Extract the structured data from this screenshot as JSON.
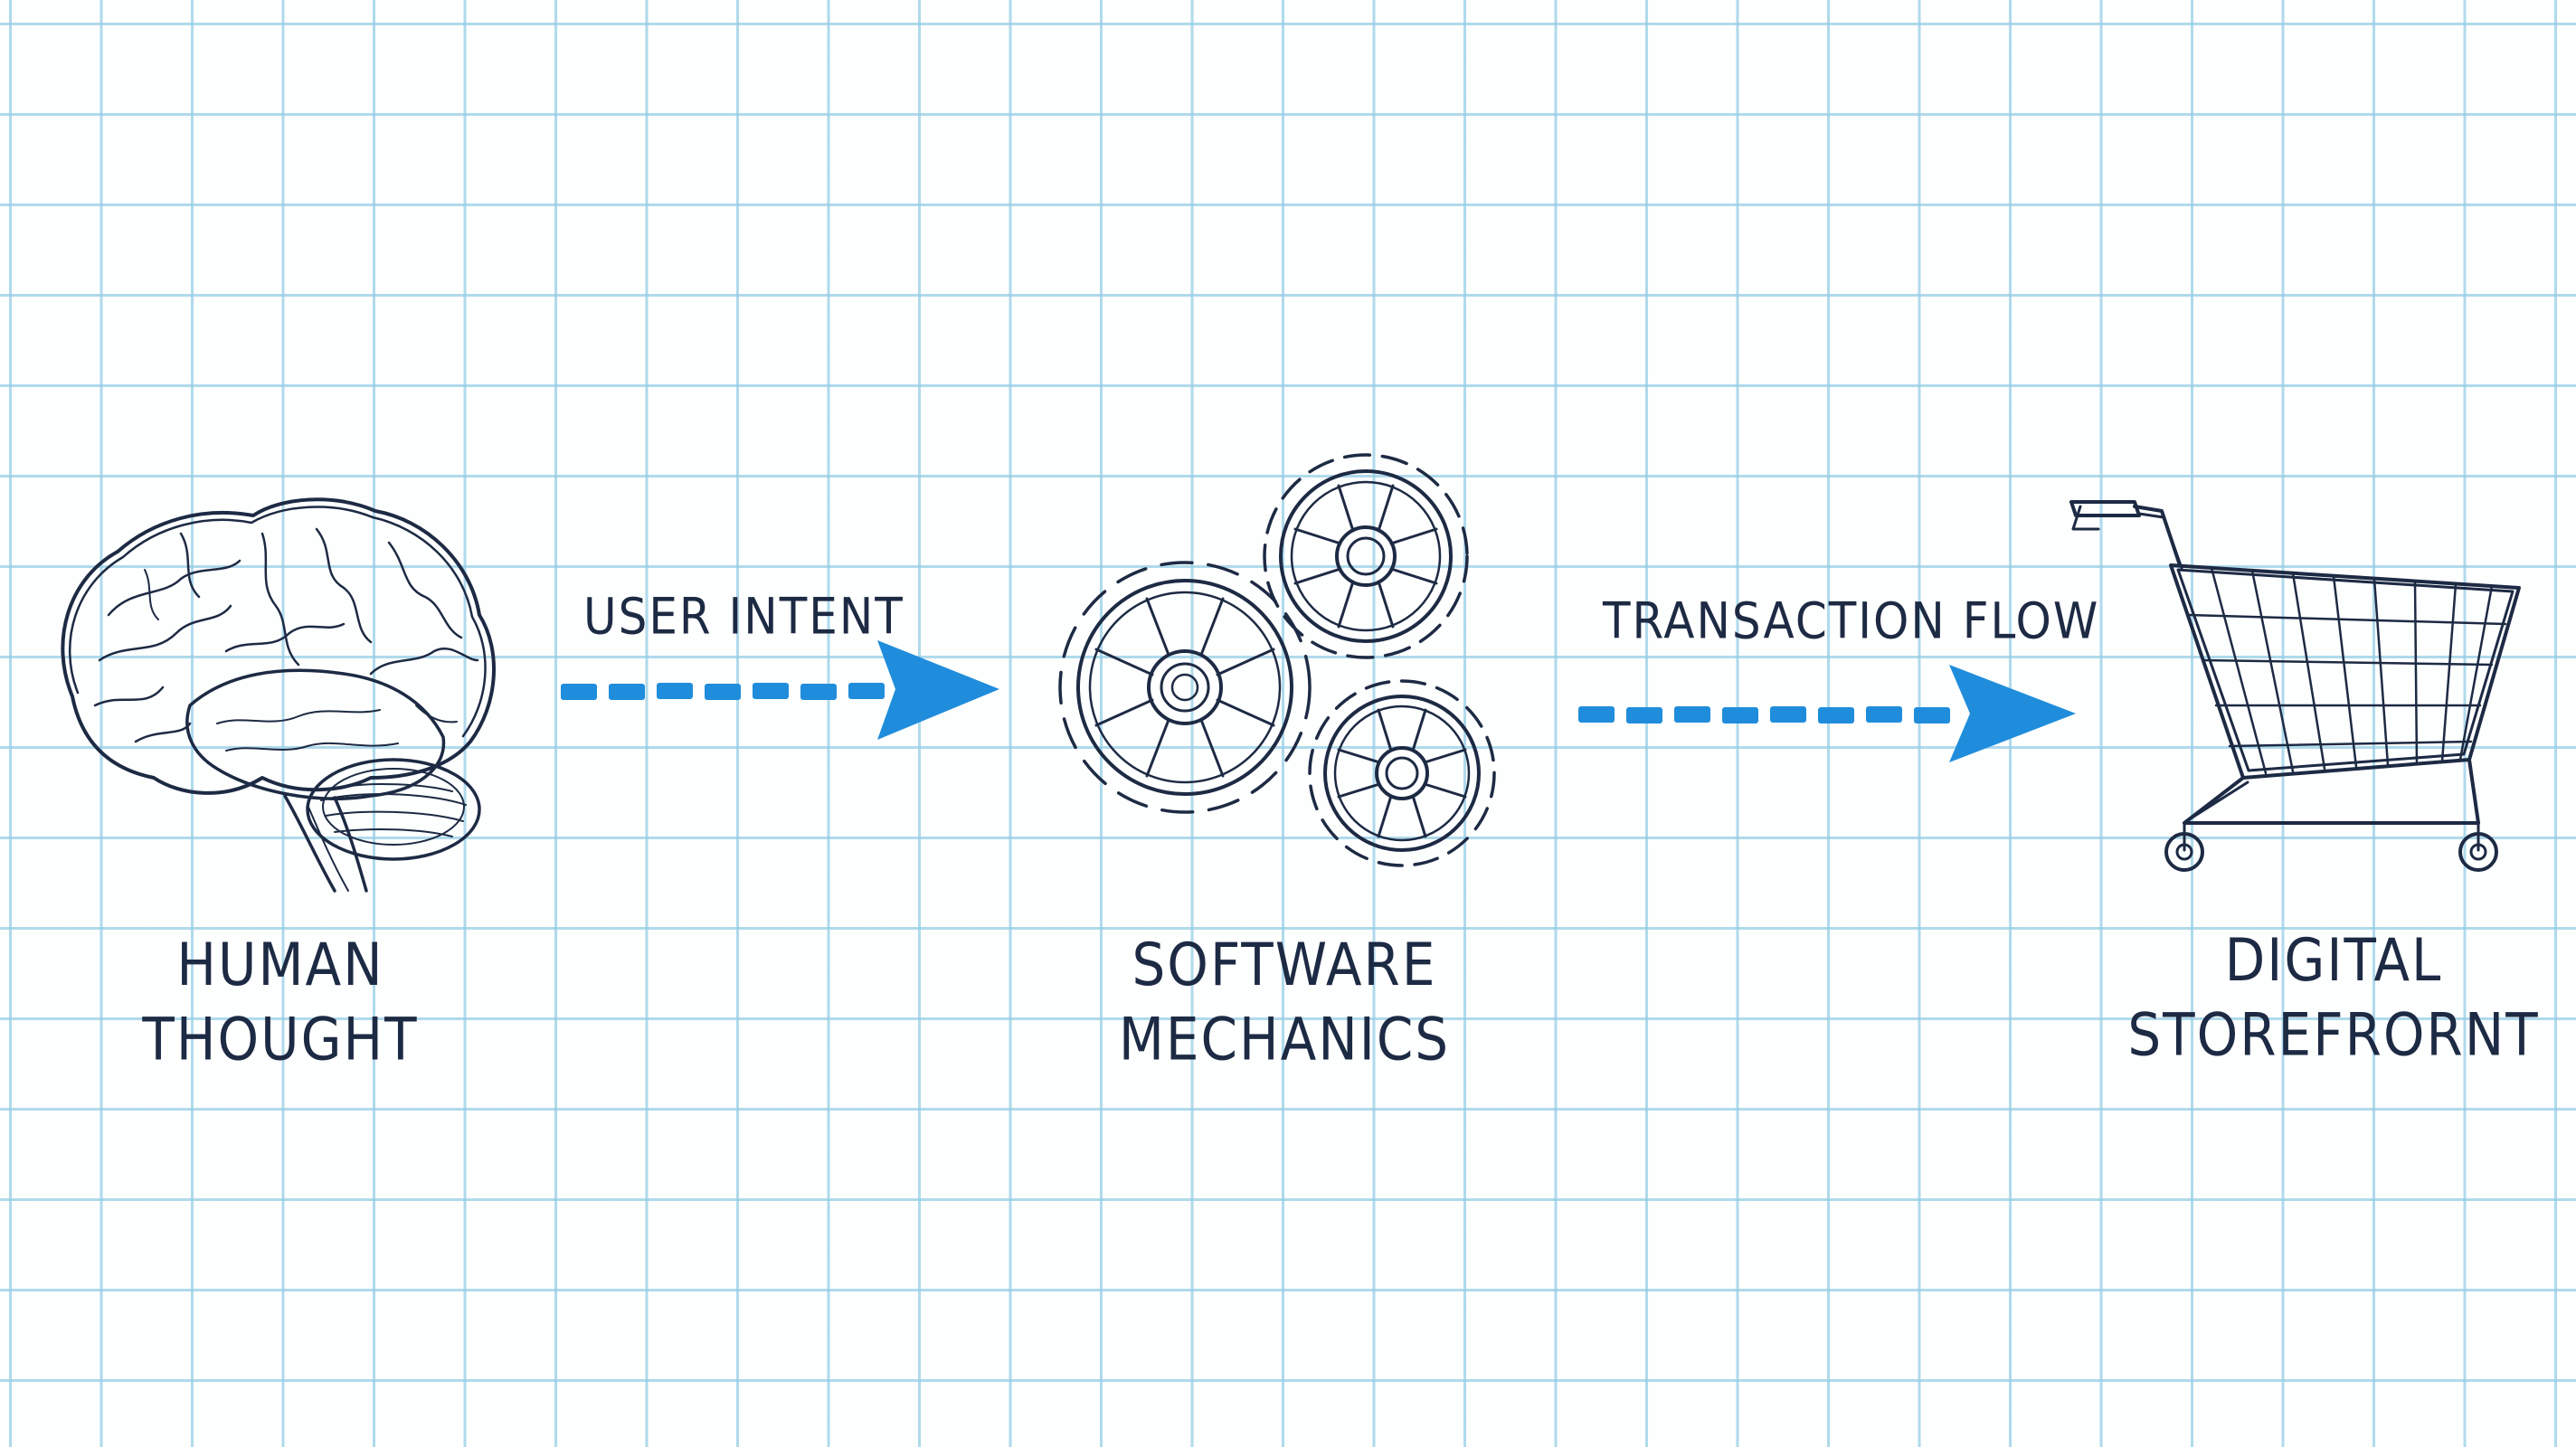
{
  "colors": {
    "ink": "#1d2a44",
    "accent": "#1f8ddb",
    "grid": "#96cde6",
    "paper": "#fdfefe"
  },
  "nodes": [
    {
      "icon": "brain-icon",
      "label_lines": [
        "HUMAN",
        "THOUGHT"
      ]
    },
    {
      "icon": "gears-icon",
      "label_lines": [
        "SOFTWARE",
        "MECHANICS"
      ]
    },
    {
      "icon": "shopping-cart-icon",
      "label_lines": [
        "DIGITAL",
        "STOREFRORNT"
      ]
    }
  ],
  "edges": [
    {
      "from": "HUMAN THOUGHT",
      "to": "SOFTWARE MECHANICS",
      "label": "USER INTENT"
    },
    {
      "from": "SOFTWARE MECHANICS",
      "to": "DIGITAL STOREFRORNT",
      "label": "TRANSACTION FLOW"
    }
  ]
}
